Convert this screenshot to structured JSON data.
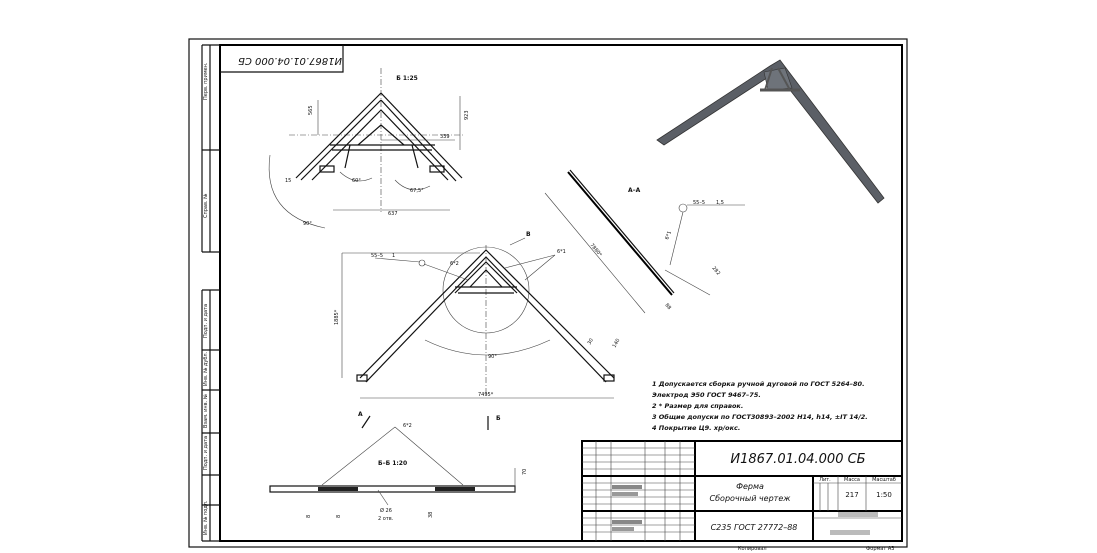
{
  "stamp": {
    "rotated_code": "И1867.01.04.000 СБ",
    "designation": "И1867.01.04.000 СБ",
    "title_line1": "Ферма",
    "title_line2": "Сборочный чертеж",
    "material": "С235 ГОСТ 27772–88",
    "mass": "217",
    "scale": "1:50",
    "col_lit": "Лит.",
    "col_mass": "Масса",
    "col_scale": "Масштаб",
    "copied": "Копировал",
    "format": "Формат А3"
  },
  "notes": [
    "1 Допускается сборка ручной дуговой по ГОСТ 5264–80.",
    "Электрод Э50 ГОСТ 9467–75.",
    "2 * Размер для справок.",
    "3 Общие допуски по ГОСТ30893–2002 Н14, h14, ±IT 14/2.",
    "4 Покрытие Ц9. хр/окс."
  ],
  "views": {
    "view_b": "Б 1:25",
    "section_aa": "А–А",
    "section_bb": "Б–Б 1:20",
    "callout_v": "В",
    "arrow_a": "А",
    "arrow_b": "Б"
  },
  "dims": {
    "d565": "565",
    "d923": "923",
    "d339": "339",
    "d60": "60°",
    "d67": "67,5°",
    "d637": "637",
    "d90a": "90°",
    "d15": "15",
    "d1885": "1885*",
    "d90b": "90°",
    "d7495": "7495*",
    "d30": "30",
    "d140": "140",
    "d7880": "7880*",
    "d282": "282",
    "d88": "88",
    "d26": "Ø 26",
    "d2ot": "2 отв.",
    "d8a": "8",
    "d8b": "8",
    "d38": "38",
    "d70": "70",
    "w_weld1": "55–5",
    "w_weld2": "1,5",
    "w_weld3": "55–5",
    "w_weld4": "1",
    "w_leg1": "6*2",
    "w_leg2": "6*1",
    "w_leg3": "6*1",
    "w_leg4": "6*2"
  },
  "side_labels": [
    "Перв. примен.",
    "Справ. №",
    "Подп. и дата",
    "Инв. № дубл.",
    "Взам. инв. №",
    "Подп. и дата",
    "Инв. № подл."
  ]
}
